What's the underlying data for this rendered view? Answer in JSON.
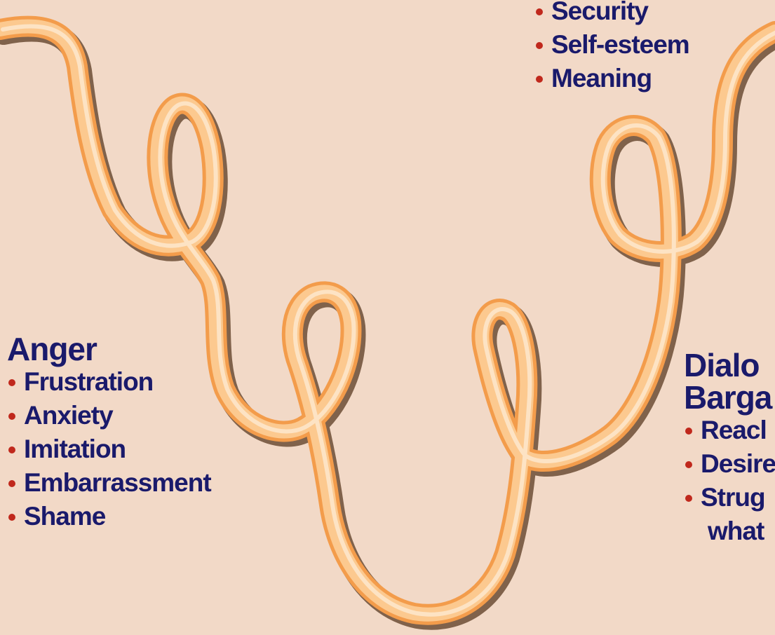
{
  "background_color": "#f2d9c7",
  "ribbon_colors": {
    "light": "#fcc98f",
    "dark": "#f39c4b",
    "shadow": "#5a3a22"
  },
  "top_block": {
    "items": [
      "Security",
      "Self-esteem",
      "Meaning"
    ]
  },
  "anger_block": {
    "heading": "Anger",
    "items": [
      "Frustration",
      "Anxiety",
      "Imitation",
      "Embarrassment",
      "Shame"
    ]
  },
  "dialog_block": {
    "heading_line1": "Dialo",
    "heading_line2": "Barga",
    "items": [
      "Reacl",
      "Desire",
      "Strug"
    ],
    "item_continuation": "what"
  }
}
